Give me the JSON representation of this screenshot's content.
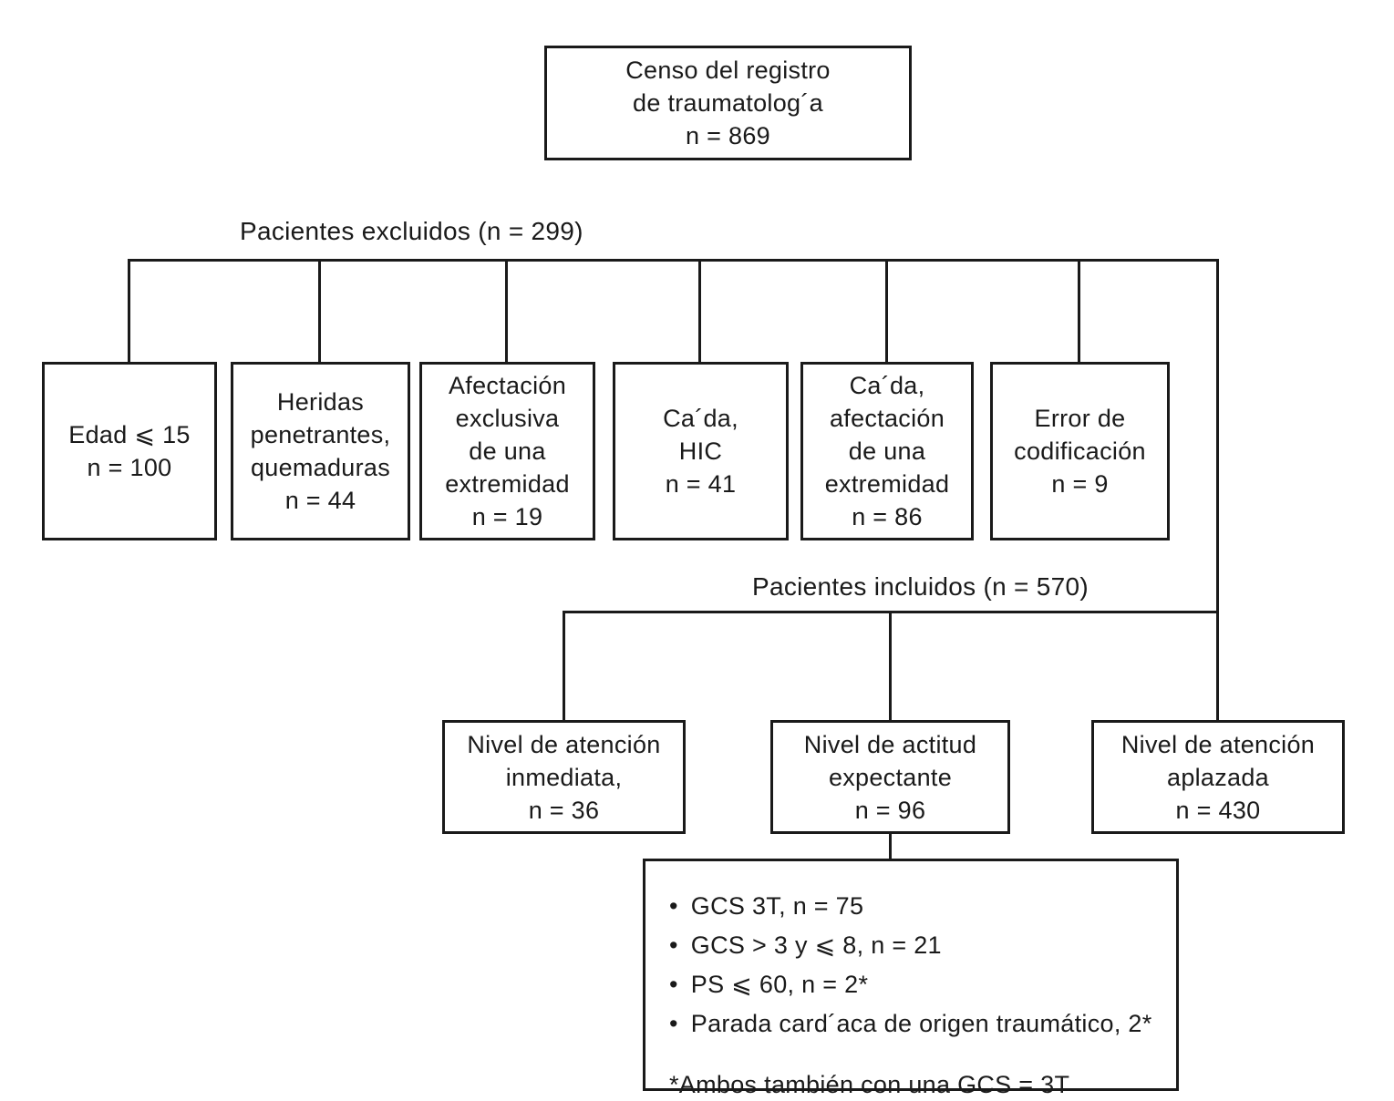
{
  "root": {
    "lines": [
      "Censo del registro",
      "de traumatolog´a",
      "n = 869"
    ]
  },
  "excluded": {
    "label": "Pacientes excluidos (n = 299)",
    "boxes": [
      {
        "lines": [
          "Edad ⩽ 15",
          "n = 100"
        ]
      },
      {
        "lines": [
          "Heridas",
          "penetrantes,",
          "quemaduras",
          "n = 44"
        ]
      },
      {
        "lines": [
          "Afectación",
          "exclusiva",
          "de una",
          "extremidad",
          "n = 19"
        ]
      },
      {
        "lines": [
          "Ca´da,",
          "HIC",
          "n = 41"
        ]
      },
      {
        "lines": [
          "Ca´da,",
          "afectación",
          "de una",
          "extremidad",
          "n = 86"
        ]
      },
      {
        "lines": [
          "Error de",
          "codificación",
          "n = 9"
        ]
      }
    ]
  },
  "included": {
    "label": "Pacientes incluidos (n = 570)",
    "boxes": [
      {
        "lines": [
          "Nivel de atención",
          "inmediata,",
          "n = 36"
        ]
      },
      {
        "lines": [
          "Nivel de actitud",
          "expectante",
          "n = 96"
        ]
      },
      {
        "lines": [
          "Nivel de atención",
          "aplazada",
          "n = 430"
        ]
      }
    ]
  },
  "detail": {
    "bullet_glyph": "•",
    "bullets": [
      "GCS 3T, n = 75",
      "GCS > 3 y ⩽ 8, n = 21",
      "PS ⩽ 60, n = 2*",
      "Parada card´aca de origen traumático, 2*"
    ],
    "footnote": "*Ambos también con una GCS = 3T"
  },
  "colors": {
    "line": "#1a1a1a",
    "text": "#1a1a1a",
    "background": "#ffffff"
  }
}
